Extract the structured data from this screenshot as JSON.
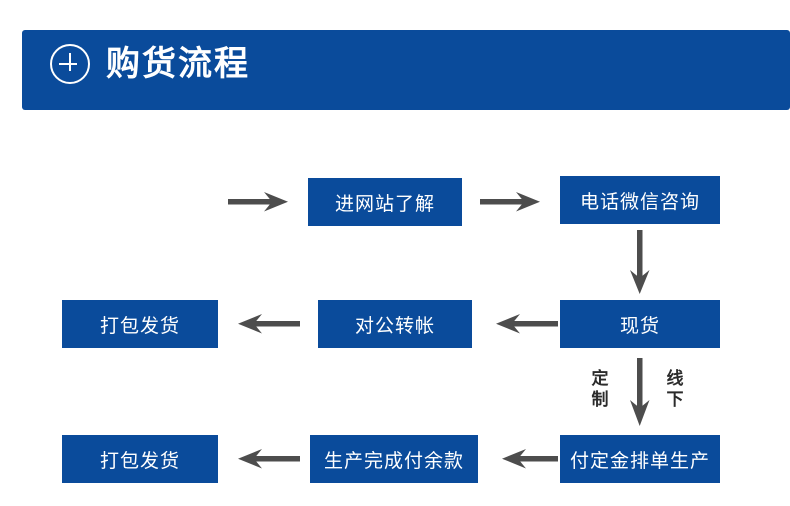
{
  "header": {
    "icon": "plus-circle-icon",
    "title": "购货流程",
    "accent_color": "#0a4b9b",
    "text_color": "#ffffff"
  },
  "flow": {
    "node_color": "#0a4b9b",
    "node_text_color": "#ffffff",
    "arrow_color": "#4d4d4d",
    "rows": [
      {
        "id": "row-1",
        "nodes": [
          {
            "id": "website",
            "label": "进网站了解"
          },
          {
            "id": "consult",
            "label": "电话微信咨询"
          }
        ]
      },
      {
        "id": "row-2",
        "nodes": [
          {
            "id": "ship-1",
            "label": "打包发货"
          },
          {
            "id": "transfer",
            "label": "对公转帐"
          },
          {
            "id": "stock",
            "label": "现货"
          }
        ]
      },
      {
        "id": "row-3",
        "nodes": [
          {
            "id": "ship-2",
            "label": "打包发货"
          },
          {
            "id": "balance",
            "label": "生产完成付余款"
          },
          {
            "id": "deposit",
            "label": "付定金排单生产"
          }
        ]
      }
    ],
    "branch_labels": {
      "custom": {
        "char_1": "定",
        "char_2": "制"
      },
      "offline": {
        "char_1": "线",
        "char_2": "下"
      }
    }
  }
}
